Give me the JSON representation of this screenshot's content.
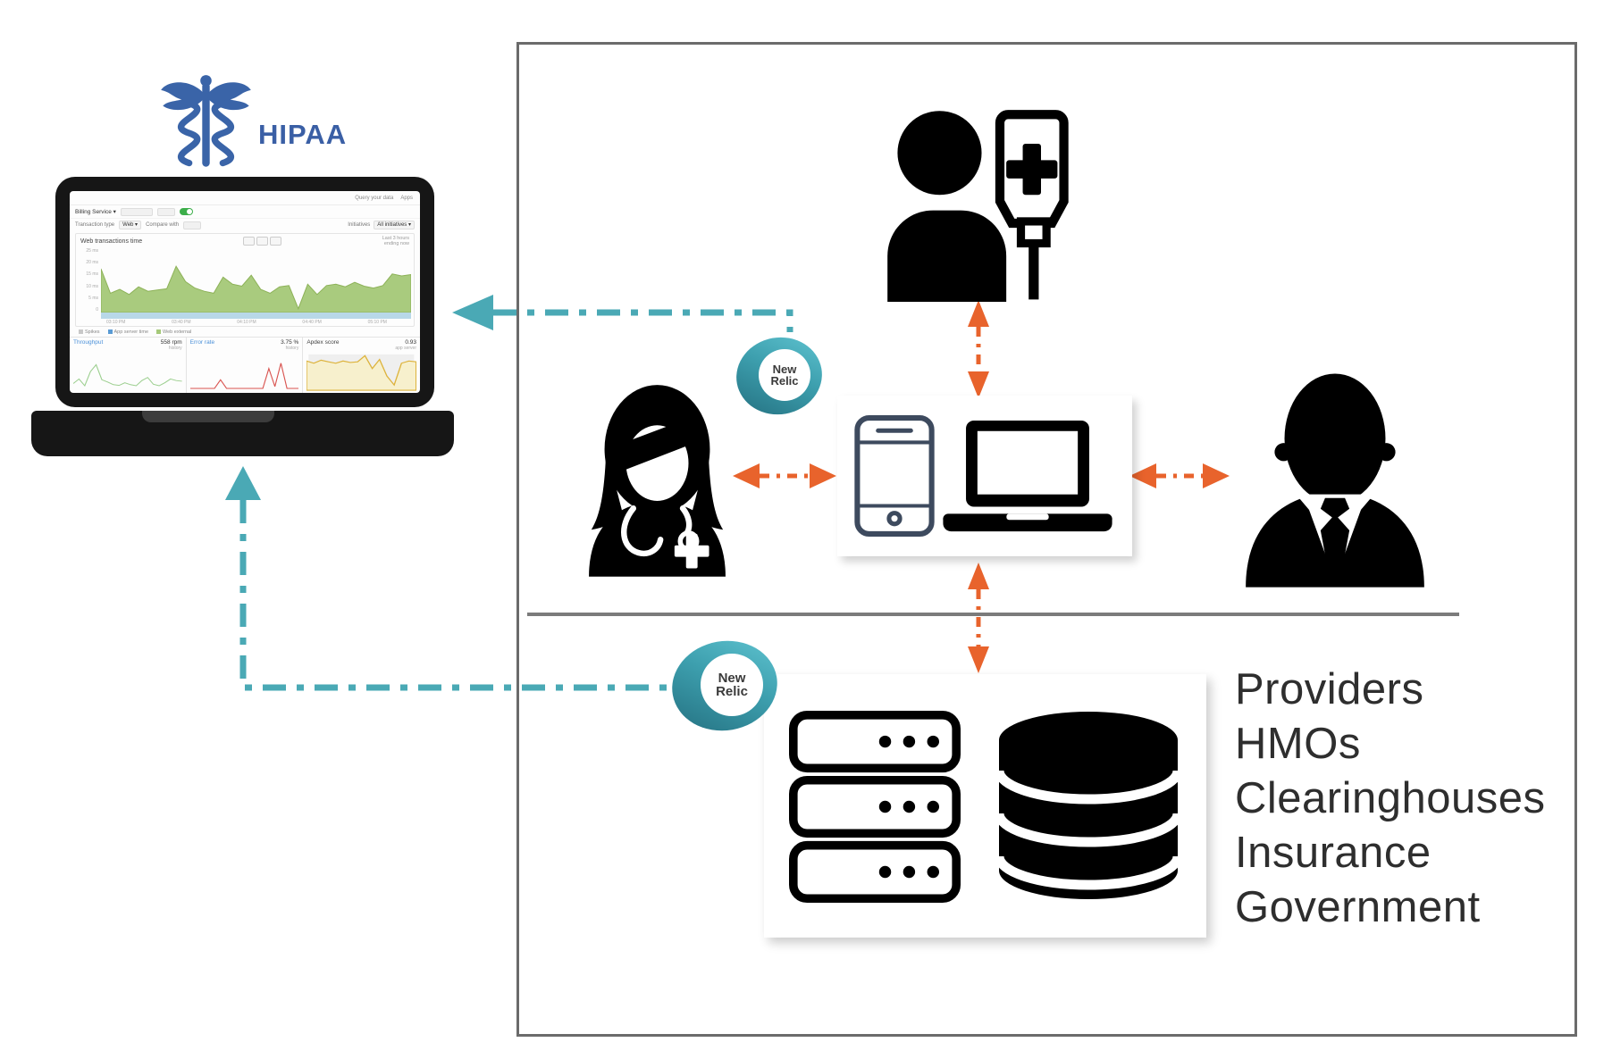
{
  "hipaa": {
    "label": "HIPAA"
  },
  "new_relic_badge": {
    "line1": "New",
    "line2": "Relic"
  },
  "colors": {
    "teal_connector": "#4aa9b5",
    "orange_connector": "#e8632c",
    "hipaa_blue": "#3a5fa5",
    "nr_teal_dark": "#267484",
    "nr_teal_light": "#5cc0cd",
    "box_border": "#6b6b6b"
  },
  "laptop_dashboard": {
    "top_nav": {
      "query": "Query your data",
      "apps": "Apps"
    },
    "app_selector": "Billing Service ▾",
    "filter_row": {
      "transaction_type_label": "Transaction type",
      "transaction_type_value": "Web ▾",
      "compare_label": "Compare with",
      "initiatives_label": "Initiatives",
      "initiatives_value": "All initiatives ▾"
    },
    "main_chart": {
      "type": "area",
      "title": "Web transactions time",
      "time_range": "Last 3 hours",
      "time_range_sub": "ending now",
      "y_ticks": [
        "25 ms",
        "20 ms",
        "15 ms",
        "10 ms",
        "5 ms",
        "0"
      ],
      "x_ticks": [
        "03:10 PM",
        "03:40 PM",
        "04:10 PM",
        "04:40 PM",
        "05:10 PM"
      ],
      "points": [
        68,
        30,
        36,
        28,
        40,
        33,
        35,
        37,
        72,
        48,
        38,
        33,
        30,
        55,
        44,
        41,
        58,
        36,
        30,
        40,
        42,
        6,
        44,
        28,
        42,
        44,
        40,
        47,
        41,
        38,
        42,
        60,
        57,
        59
      ],
      "legend": [
        {
          "label": "Spikes"
        },
        {
          "label": "App server time"
        },
        {
          "label": "Web external"
        }
      ]
    },
    "panels": [
      {
        "title": "Throughput",
        "value": "558 rpm",
        "sub": "history",
        "points": [
          18,
          30,
          12,
          50,
          68,
          28,
          22,
          15,
          13,
          20,
          15,
          12,
          26,
          34,
          16,
          12,
          20,
          30,
          26,
          24
        ]
      },
      {
        "title": "Error rate",
        "value": "3.75 %",
        "sub": "history",
        "points": [
          5,
          5,
          5,
          5,
          5,
          28,
          5,
          5,
          5,
          5,
          5,
          5,
          5,
          58,
          10,
          72,
          5,
          5,
          5
        ]
      },
      {
        "title": "Apdex score",
        "value": "0.93",
        "sub": "app server",
        "points": [
          78,
          72,
          80,
          76,
          72,
          78,
          74,
          76,
          92,
          58,
          82,
          38,
          14,
          72,
          78,
          76
        ]
      }
    ]
  },
  "stakeholders": [
    "Providers",
    "HMOs",
    "Clearinghouses",
    "Insurance",
    "Government"
  ]
}
